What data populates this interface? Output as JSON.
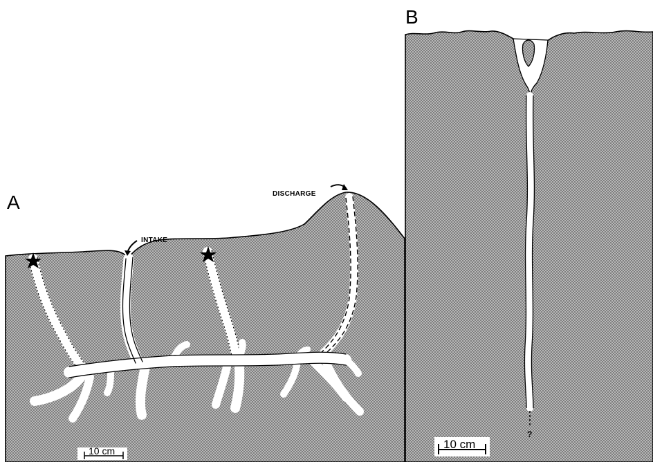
{
  "panels": {
    "a": {
      "label": "A",
      "intake_label": "INTAKE",
      "discharge_label": "DISCHARGE",
      "scale_label": "10 cm"
    },
    "b": {
      "label": "B",
      "scale_label": "10 cm",
      "unknown_mark": "?"
    }
  },
  "colors": {
    "background": "#ffffff",
    "ink": "#000000",
    "sediment": "#a8a8a8"
  }
}
